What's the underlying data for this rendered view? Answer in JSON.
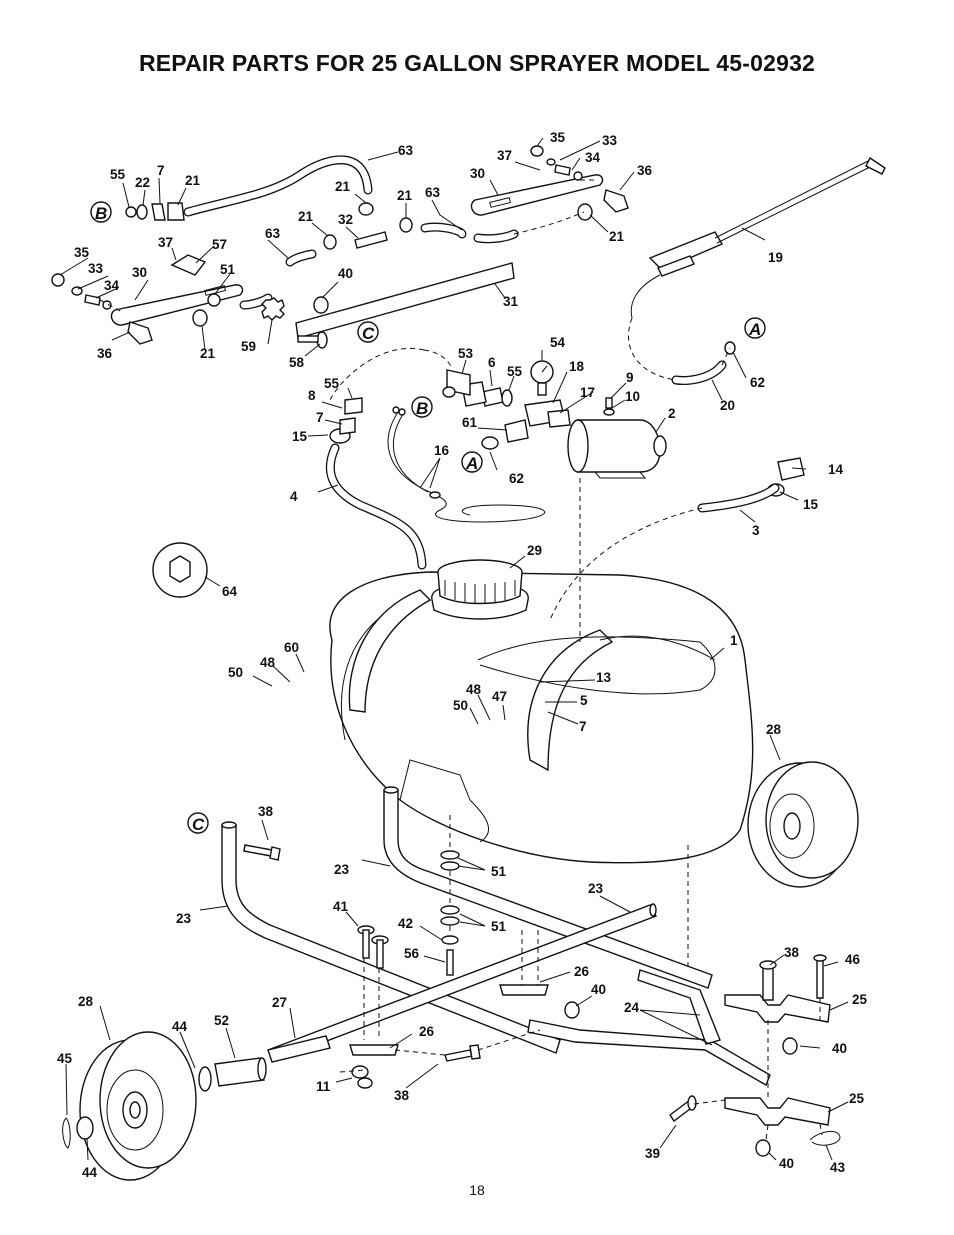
{
  "title": "REPAIR PARTS FOR 25 GALLON SPRAYER  MODEL 45-02932",
  "page_number": "18",
  "callouts": [
    "A",
    "B",
    "C"
  ],
  "part_labels": [
    {
      "id": "63a",
      "text": "63"
    },
    {
      "id": "55a",
      "text": "55"
    },
    {
      "id": "7a",
      "text": "7"
    },
    {
      "id": "22",
      "text": "22"
    },
    {
      "id": "21a",
      "text": "21"
    },
    {
      "id": "21b",
      "text": "21"
    },
    {
      "id": "21c",
      "text": "21"
    },
    {
      "id": "63b",
      "text": "63"
    },
    {
      "id": "21d",
      "text": "21"
    },
    {
      "id": "32",
      "text": "32"
    },
    {
      "id": "63c",
      "text": "63"
    },
    {
      "id": "35a",
      "text": "35"
    },
    {
      "id": "33a",
      "text": "33"
    },
    {
      "id": "37a",
      "text": "37"
    },
    {
      "id": "34a",
      "text": "34"
    },
    {
      "id": "30a",
      "text": "30"
    },
    {
      "id": "36a",
      "text": "36"
    },
    {
      "id": "21e",
      "text": "21"
    },
    {
      "id": "19",
      "text": "19"
    },
    {
      "id": "35b",
      "text": "35"
    },
    {
      "id": "37b",
      "text": "37"
    },
    {
      "id": "57",
      "text": "57"
    },
    {
      "id": "33b",
      "text": "33"
    },
    {
      "id": "51a",
      "text": "51"
    },
    {
      "id": "34b",
      "text": "34"
    },
    {
      "id": "30b",
      "text": "30"
    },
    {
      "id": "40a",
      "text": "40"
    },
    {
      "id": "31",
      "text": "31"
    },
    {
      "id": "36b",
      "text": "36"
    },
    {
      "id": "21f",
      "text": "21"
    },
    {
      "id": "59",
      "text": "59"
    },
    {
      "id": "58",
      "text": "58"
    },
    {
      "id": "62a",
      "text": "62"
    },
    {
      "id": "20",
      "text": "20"
    },
    {
      "id": "54",
      "text": "54"
    },
    {
      "id": "53",
      "text": "53"
    },
    {
      "id": "6",
      "text": "6"
    },
    {
      "id": "55b",
      "text": "55"
    },
    {
      "id": "18",
      "text": "18"
    },
    {
      "id": "9",
      "text": "9"
    },
    {
      "id": "17",
      "text": "17"
    },
    {
      "id": "10",
      "text": "10"
    },
    {
      "id": "55c",
      "text": "55"
    },
    {
      "id": "8",
      "text": "8"
    },
    {
      "id": "7b",
      "text": "7"
    },
    {
      "id": "61",
      "text": "61"
    },
    {
      "id": "2",
      "text": "2"
    },
    {
      "id": "15a",
      "text": "15"
    },
    {
      "id": "16",
      "text": "16"
    },
    {
      "id": "62b",
      "text": "62"
    },
    {
      "id": "14",
      "text": "14"
    },
    {
      "id": "4",
      "text": "4"
    },
    {
      "id": "15b",
      "text": "15"
    },
    {
      "id": "3",
      "text": "3"
    },
    {
      "id": "29",
      "text": "29"
    },
    {
      "id": "64",
      "text": "64"
    },
    {
      "id": "1",
      "text": "1"
    },
    {
      "id": "60",
      "text": "60"
    },
    {
      "id": "48a",
      "text": "48"
    },
    {
      "id": "50a",
      "text": "50"
    },
    {
      "id": "13",
      "text": "13"
    },
    {
      "id": "48b",
      "text": "48"
    },
    {
      "id": "47",
      "text": "47"
    },
    {
      "id": "5",
      "text": "5"
    },
    {
      "id": "50b",
      "text": "50"
    },
    {
      "id": "7c",
      "text": "7"
    },
    {
      "id": "28a",
      "text": "28"
    },
    {
      "id": "38a",
      "text": "38"
    },
    {
      "id": "23a",
      "text": "23"
    },
    {
      "id": "51b",
      "text": "51"
    },
    {
      "id": "23b",
      "text": "23"
    },
    {
      "id": "41",
      "text": "41"
    },
    {
      "id": "23c",
      "text": "23"
    },
    {
      "id": "42",
      "text": "42"
    },
    {
      "id": "51c",
      "text": "51"
    },
    {
      "id": "56",
      "text": "56"
    },
    {
      "id": "38b",
      "text": "38"
    },
    {
      "id": "46",
      "text": "46"
    },
    {
      "id": "26a",
      "text": "26"
    },
    {
      "id": "40b",
      "text": "40"
    },
    {
      "id": "25a",
      "text": "25"
    },
    {
      "id": "28b",
      "text": "28"
    },
    {
      "id": "27",
      "text": "27"
    },
    {
      "id": "24",
      "text": "24"
    },
    {
      "id": "44a",
      "text": "44"
    },
    {
      "id": "52",
      "text": "52"
    },
    {
      "id": "26b",
      "text": "26"
    },
    {
      "id": "40c",
      "text": "40"
    },
    {
      "id": "45",
      "text": "45"
    },
    {
      "id": "11",
      "text": "11"
    },
    {
      "id": "38c",
      "text": "38"
    },
    {
      "id": "25b",
      "text": "25"
    },
    {
      "id": "39",
      "text": "39"
    },
    {
      "id": "40d",
      "text": "40"
    },
    {
      "id": "43",
      "text": "43"
    },
    {
      "id": "44b",
      "text": "44"
    }
  ]
}
